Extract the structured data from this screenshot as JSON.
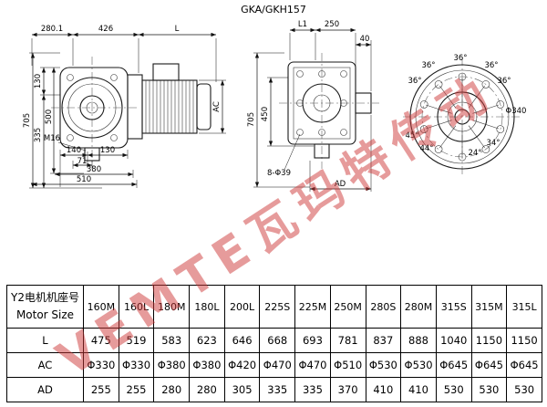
{
  "title": "GKA/GKH157",
  "watermark": "VEMTE瓦玛特传动",
  "views": {
    "side": {
      "dims": {
        "d280_1": "280.1",
        "d426": "426",
        "dL": "L",
        "d705": "705",
        "d130_top": "130",
        "d335": "335",
        "d500": "500",
        "dAC": "AC",
        "d140": "140",
        "d130_bottom": "130",
        "d71": "71",
        "d380": "380",
        "d510": "510",
        "m16": "M16"
      }
    },
    "front": {
      "dims": {
        "dL1": "L1",
        "d250": "250",
        "d40": "40",
        "d705": "705",
        "d450": "450",
        "bolt_holes": "8-Φ39",
        "dAD": "AD"
      }
    },
    "flange": {
      "angles_top": [
        "36°",
        "36°",
        "36°",
        "36°",
        "36°"
      ],
      "angles_bottom": {
        "a45": "45°",
        "a44": "44°",
        "a24": "24°",
        "a34": "34°"
      },
      "d340": "Φ340"
    }
  },
  "table": {
    "row_header_line1": "Y2电机机座号",
    "row_header_line2": "Motor Size",
    "columns": [
      "160M",
      "160L",
      "180M",
      "180L",
      "200L",
      "225S",
      "225M",
      "250M",
      "280S",
      "280M",
      "315S",
      "315M",
      "315L"
    ],
    "rows": [
      {
        "label": "L",
        "values": [
          "475",
          "519",
          "583",
          "623",
          "646",
          "668",
          "693",
          "781",
          "837",
          "888",
          "1040",
          "1150",
          "1150"
        ]
      },
      {
        "label": "AC",
        "values": [
          "Φ330",
          "Φ330",
          "Φ380",
          "Φ380",
          "Φ420",
          "Φ470",
          "Φ470",
          "Φ510",
          "Φ530",
          "Φ530",
          "Φ645",
          "Φ645",
          "Φ645"
        ]
      },
      {
        "label": "AD",
        "values": [
          "255",
          "255",
          "280",
          "280",
          "305",
          "335",
          "335",
          "370",
          "410",
          "410",
          "530",
          "530",
          "530"
        ]
      }
    ]
  }
}
